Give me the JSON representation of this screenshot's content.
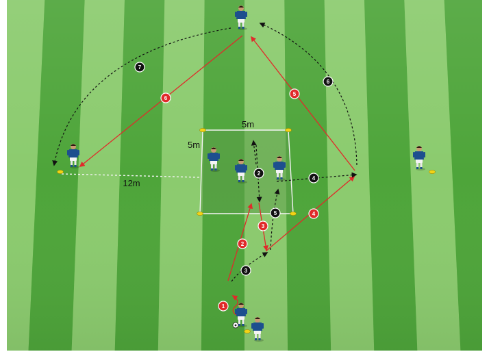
{
  "labels": {
    "square_top": "5m",
    "square_side": "5m",
    "distance": "12m"
  },
  "steps": {
    "red": [
      "1",
      "2",
      "3",
      "4",
      "5",
      "6"
    ],
    "black": [
      "2",
      "3",
      "4",
      "5",
      "6",
      "7"
    ]
  },
  "colors": {
    "grass_dark": "#4ea53a",
    "grass_light": "#8bcb6e",
    "square": "#6aa756",
    "pass_red": "#e02a2a",
    "run_black": "#111111",
    "jersey": "#1d4f8e",
    "cone": "#f2d316"
  },
  "icons": {
    "player": "player-icon",
    "cone": "cone-icon",
    "ball": "ball-icon"
  }
}
